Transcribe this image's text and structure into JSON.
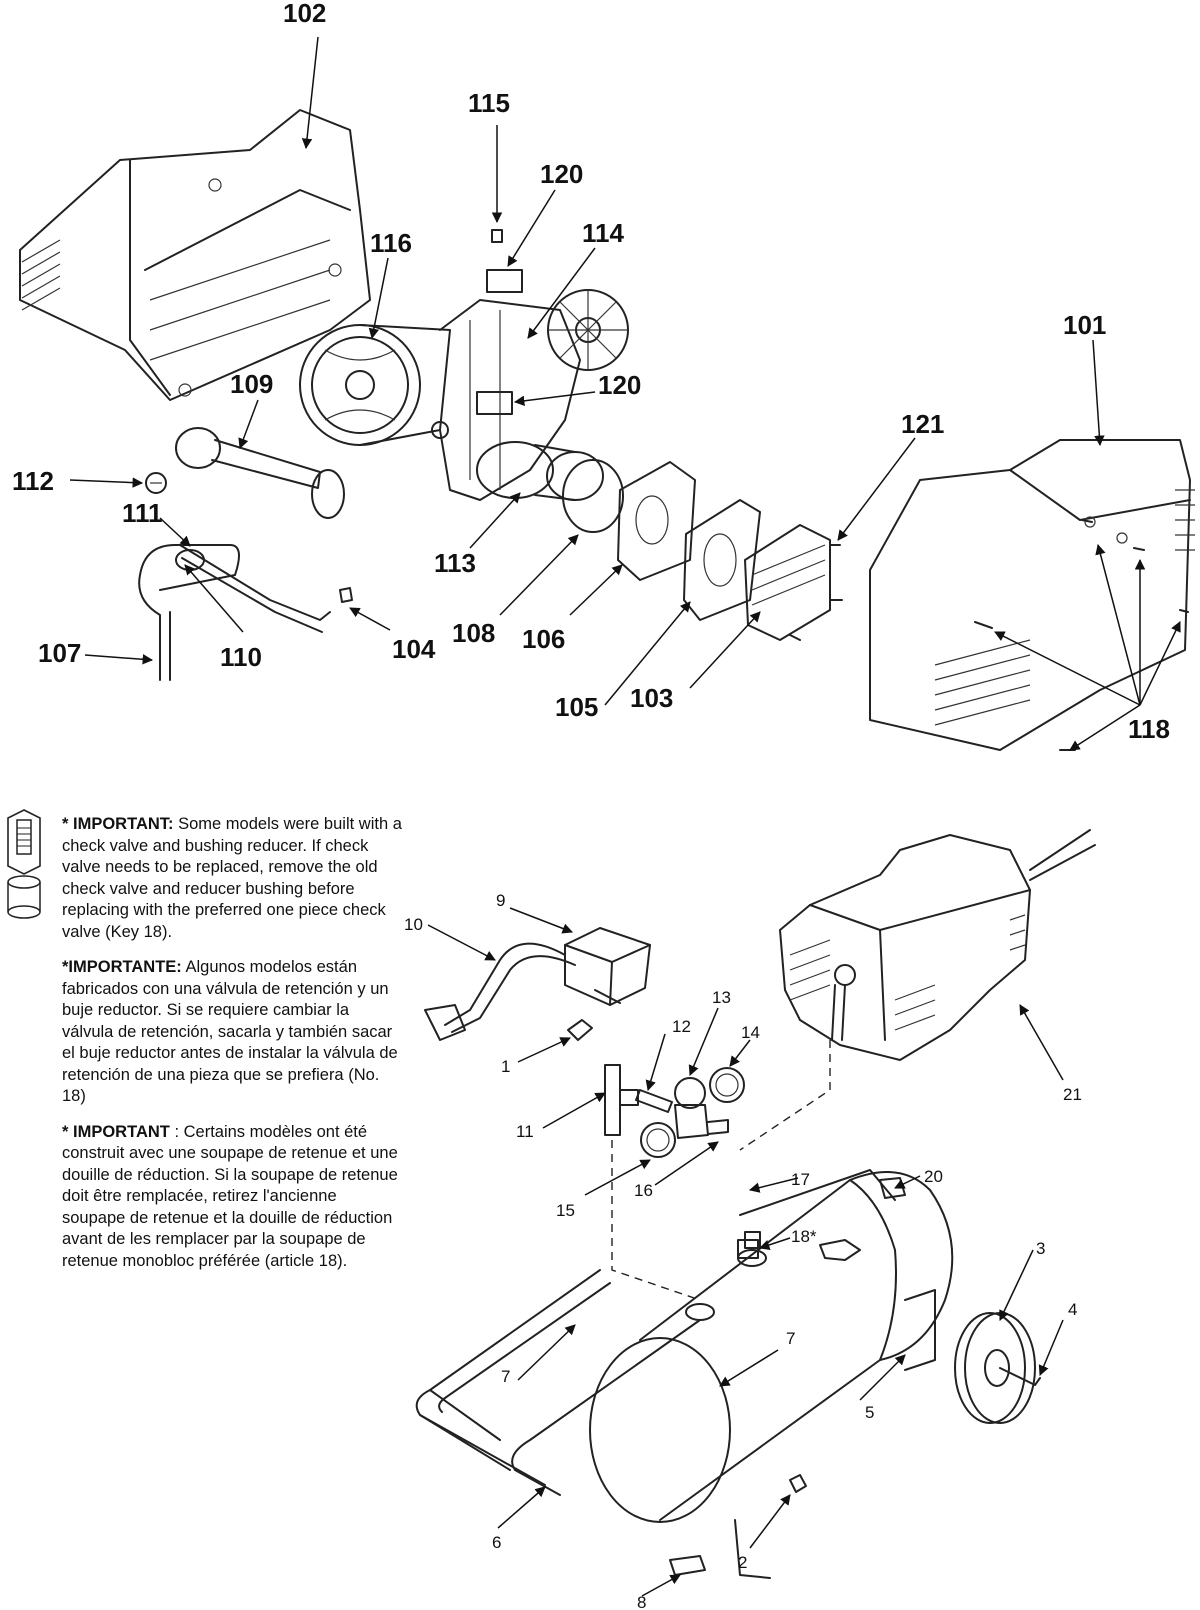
{
  "labels": {
    "n102": "102",
    "n115": "115",
    "n120a": "120",
    "n114": "114",
    "n116": "116",
    "n101": "101",
    "n109": "109",
    "n120b": "120",
    "n121": "121",
    "n112": "112",
    "n111": "111",
    "n113": "113",
    "n108": "108",
    "n106": "106",
    "n107": "107",
    "n110": "110",
    "n104": "104",
    "n105": "105",
    "n103": "103",
    "n118": "118",
    "k9": "9",
    "k10": "10",
    "k13": "13",
    "k12": "12",
    "k14": "14",
    "k1": "1",
    "k11": "11",
    "k15": "15",
    "k16": "16",
    "k17": "17",
    "k20": "20",
    "k18": "18*",
    "k21": "21",
    "k3": "3",
    "k4": "4",
    "k7a": "7",
    "k7b": "7",
    "k5": "5",
    "k6": "6",
    "k2": "2",
    "k8": "8"
  },
  "notes": {
    "en_label": "* IMPORTANT:",
    "en_text": "Some models were built with a check valve and bushing reducer. If check valve needs to be replaced, remove the old check valve and reducer bushing before replacing with the preferred one piece check valve (Key 18).",
    "es_label": "*IMPORTANTE:",
    "es_text": "Algunos modelos están fabricados con una válvula de retención y un buje reductor. Si se requiere cambiar la válvula de retención, sacarla y también sacar el buje reductor antes de instalar la válvula de retención de una pieza que se prefiera (No. 18)",
    "fr_label": "* IMPORTANT",
    "fr_text": ": Certains modèles ont été construit avec une soupape de retenue et une douille de réduction. Si la soupape de retenue doit être remplacée, retirez l'ancienne soupape de retenue et la douille de réduction avant de les remplacer par la soupape de retenue monobloc préférée (article 18)."
  }
}
